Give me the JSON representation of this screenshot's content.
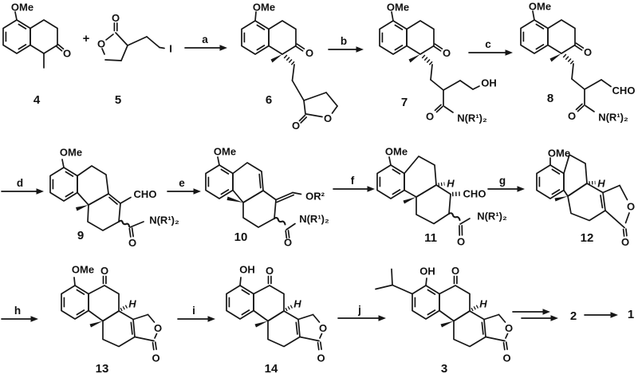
{
  "scheme_type": "chemical-reaction-scheme",
  "colors": {
    "ink": "#161616",
    "background": "#ffffff"
  },
  "operators": {
    "plus": "+"
  },
  "atom_labels": {
    "methoxy": "OMe",
    "hydroxyl": "OH",
    "oxygen": "O",
    "iodide": "I",
    "aldehyde": "CHO",
    "amide": "N(R¹)₂",
    "enol_ether": "OR²",
    "hydrogen": "H"
  },
  "compound_numbers": {
    "n1": "1",
    "n2": "2",
    "n3": "3",
    "n4": "4",
    "n5": "5",
    "n6": "6",
    "n7": "7",
    "n8": "8",
    "n9": "9",
    "n10": "10",
    "n11": "11",
    "n12": "12",
    "n13": "13",
    "n14": "14"
  },
  "step_labels": {
    "a": "a",
    "b": "b",
    "c": "c",
    "d": "d",
    "e": "e",
    "f": "f",
    "g": "g",
    "h": "h",
    "i": "i",
    "j": "j"
  }
}
